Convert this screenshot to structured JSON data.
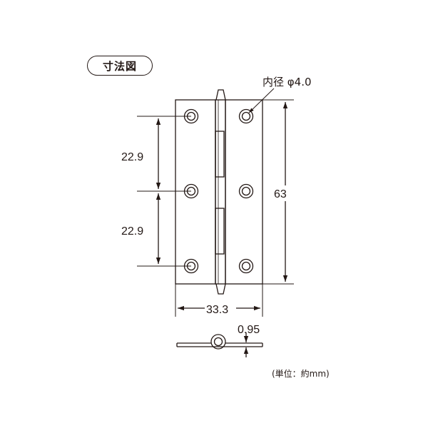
{
  "title": "寸法図",
  "labels": {
    "inner_diameter": "内径 φ4.0",
    "pitch_upper": "22.9",
    "pitch_lower": "22.9",
    "height": "63",
    "width": "33.3",
    "thickness": "0.95",
    "unit_note": "(単位：約mm)"
  },
  "colors": {
    "line": "#231815",
    "background": "#ffffff"
  }
}
